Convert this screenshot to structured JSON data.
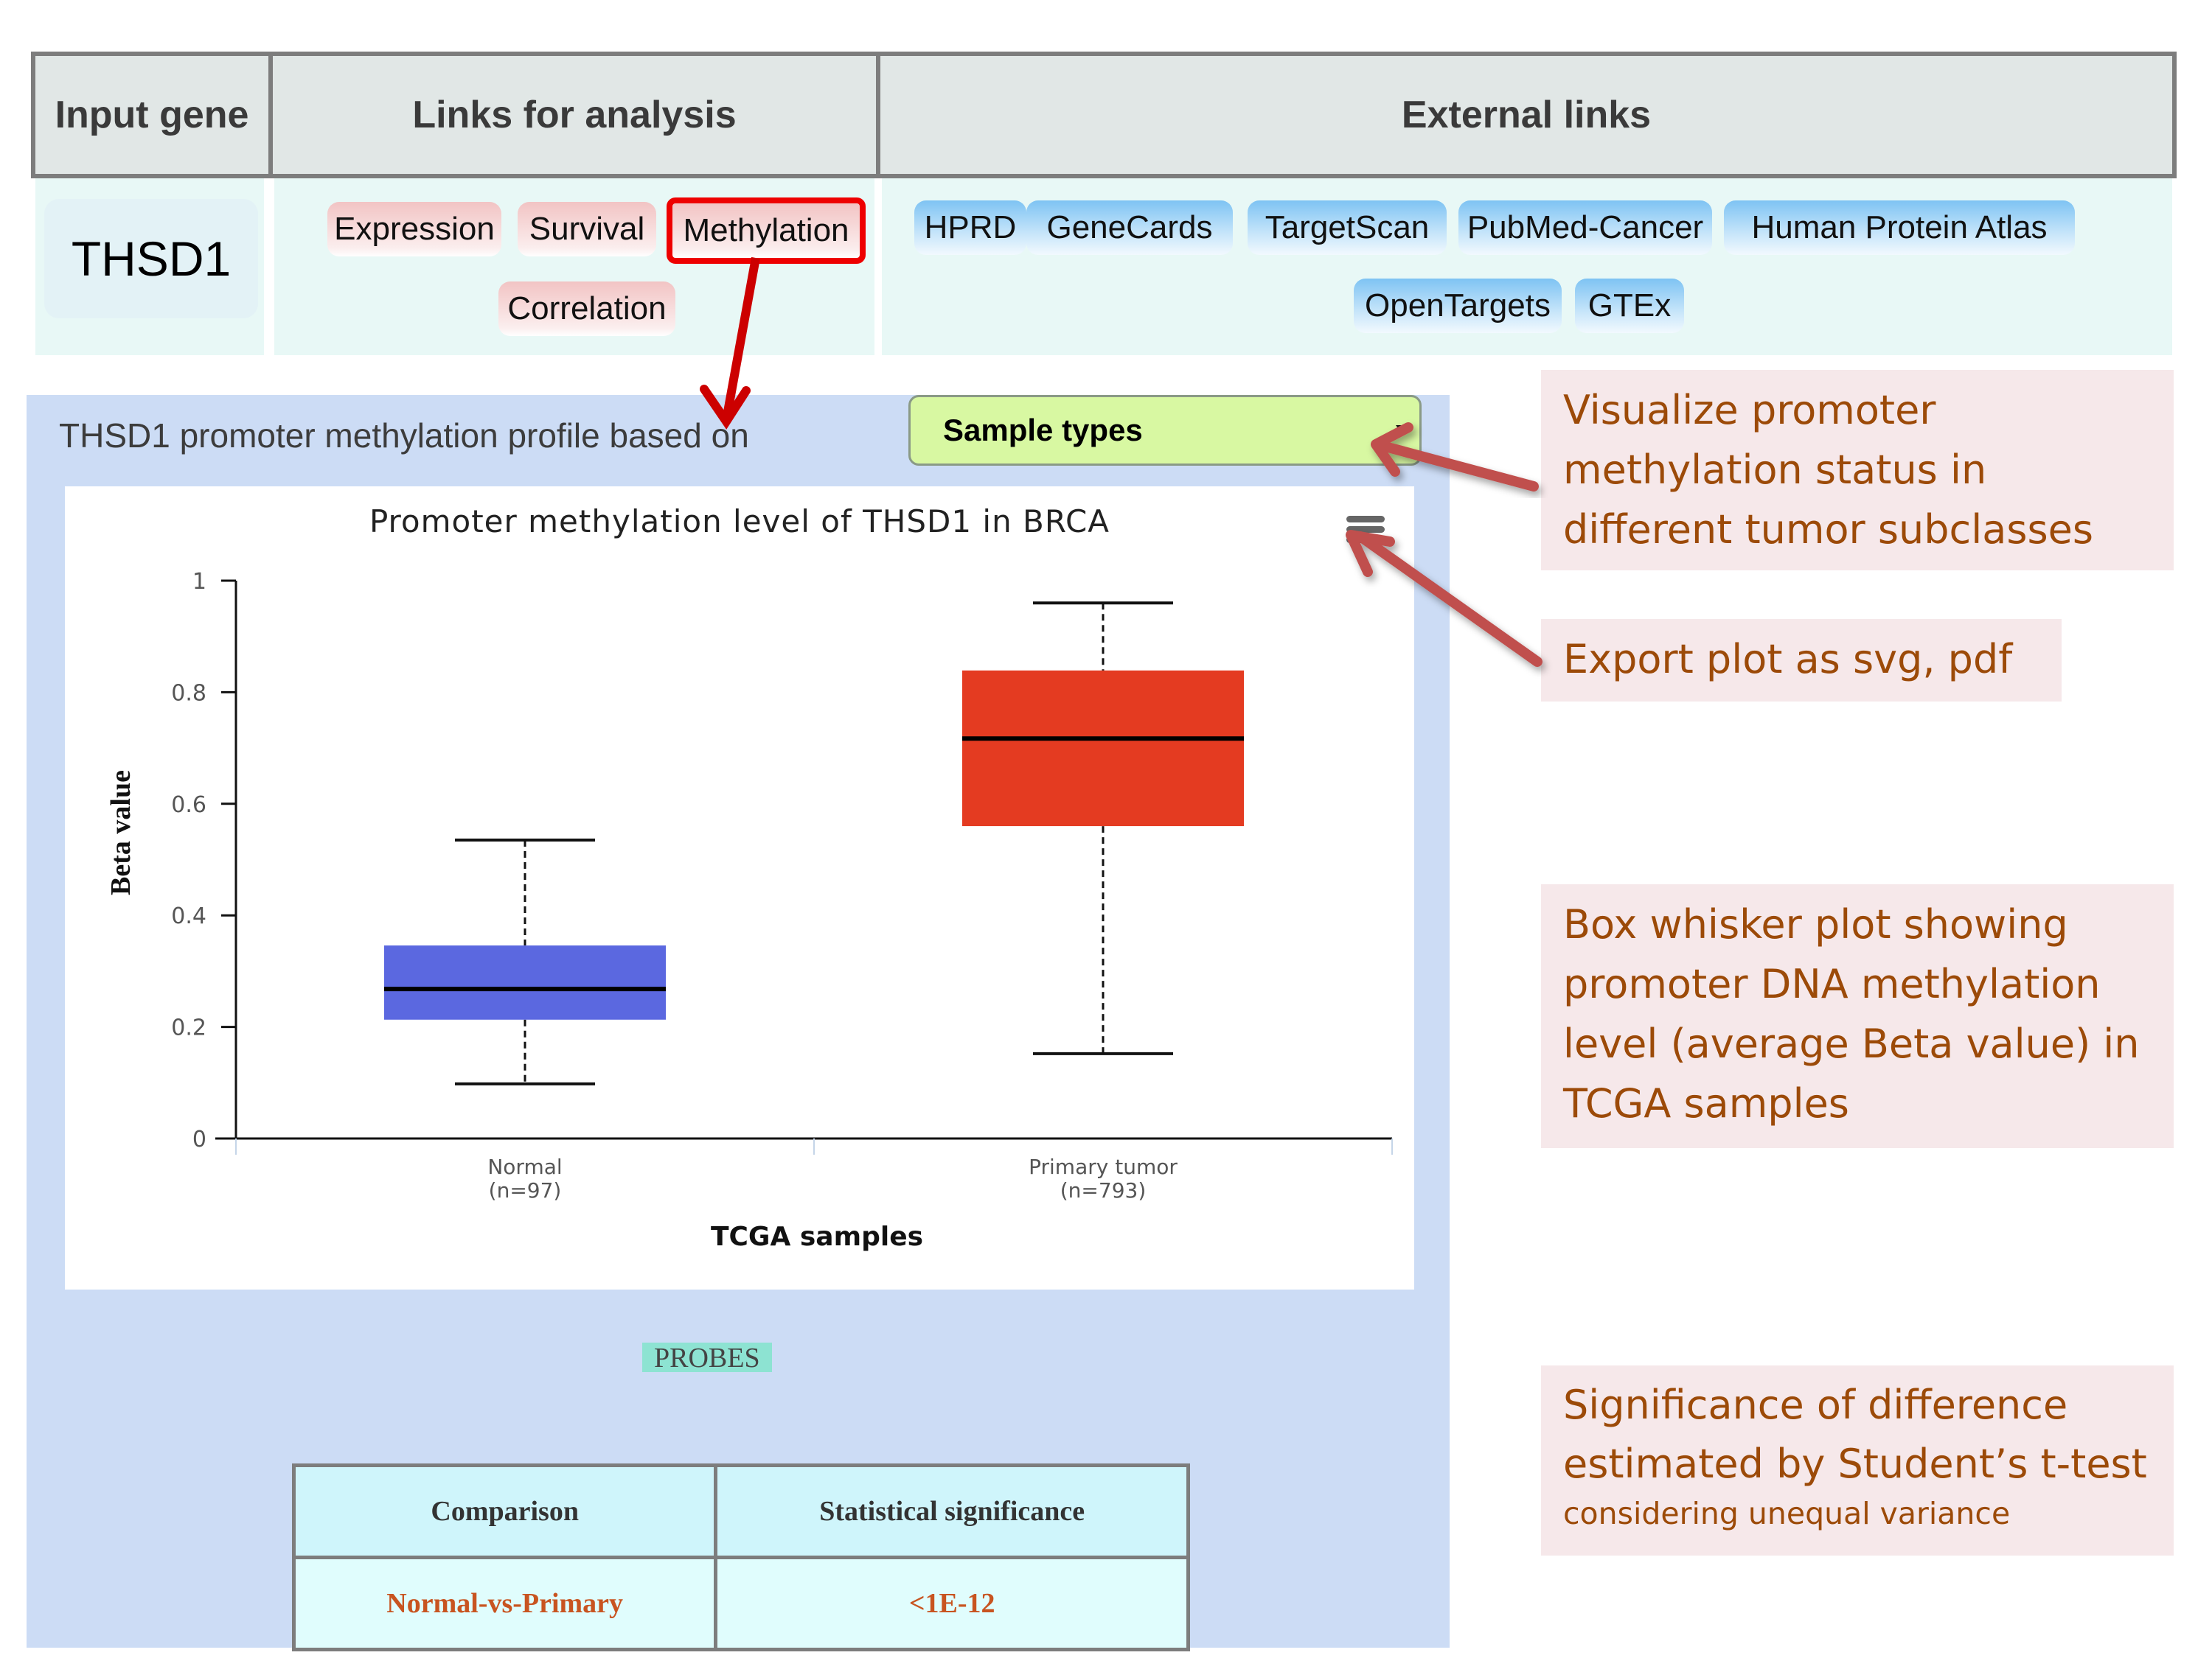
{
  "table": {
    "headers": [
      "Input gene",
      "Links for analysis",
      "External links"
    ],
    "gene": "THSD1",
    "analysis_links": [
      "Expression",
      "Survival",
      "Methylation",
      "Correlation"
    ],
    "selected_analysis": "Methylation",
    "external_links": [
      "HPRD",
      "GeneCards",
      "TargetScan",
      "PubMed-Cancer",
      "Human Protein Atlas",
      "OpenTargets",
      "GTEx"
    ]
  },
  "panel": {
    "label": "THSD1 promoter methylation profile based on",
    "dropdown_value": "Sample types",
    "menu_icon": "hamburger-menu-icon",
    "probes_label": "PROBES",
    "stats": {
      "headers": [
        "Comparison",
        "Statistical significance"
      ],
      "rows": [
        [
          "Normal-vs-Primary",
          "<1E-12"
        ]
      ]
    }
  },
  "chart_data": {
    "type": "box",
    "title": "Promoter methylation level of THSD1 in BRCA",
    "xlabel": "TCGA samples",
    "ylabel": "Beta value",
    "ylim": [
      0,
      1
    ],
    "yticks": [
      "0",
      "0.2",
      "0.4",
      "0.6",
      "0.8",
      "1"
    ],
    "categories": [
      {
        "name": "Normal",
        "n_label": "(n=97)",
        "color": "#5b68e0",
        "whisker_low": 0.098,
        "q1": 0.213,
        "median": 0.268,
        "q3": 0.346,
        "whisker_high": 0.535
      },
      {
        "name": "Primary tumor",
        "n_label": "(n=793)",
        "color": "#e43b21",
        "whisker_low": 0.152,
        "q1": 0.56,
        "median": 0.717,
        "q3": 0.839,
        "whisker_high": 0.96
      }
    ],
    "grid": false,
    "legend": "none"
  },
  "annotations": {
    "dropdown_note": "Visualize promoter methylation status in different tumor subclasses",
    "export_note": "Export plot as svg, pdf",
    "boxplot_note": "Box whisker plot showing promoter DNA methylation level (average Beta value) in TCGA samples",
    "ttest_note": "Significance of difference estimated by Student’s t-test",
    "ttest_subnote": "considering unequal variance"
  },
  "colors": {
    "annotation_text": "#9c4a08",
    "annotation_bg": "#f6e8ea",
    "arrow": "#c0504d",
    "highlight": "#ee0000",
    "panel_bg": "#ccdcf5",
    "dropdown_bg": "#d8f8a2"
  }
}
